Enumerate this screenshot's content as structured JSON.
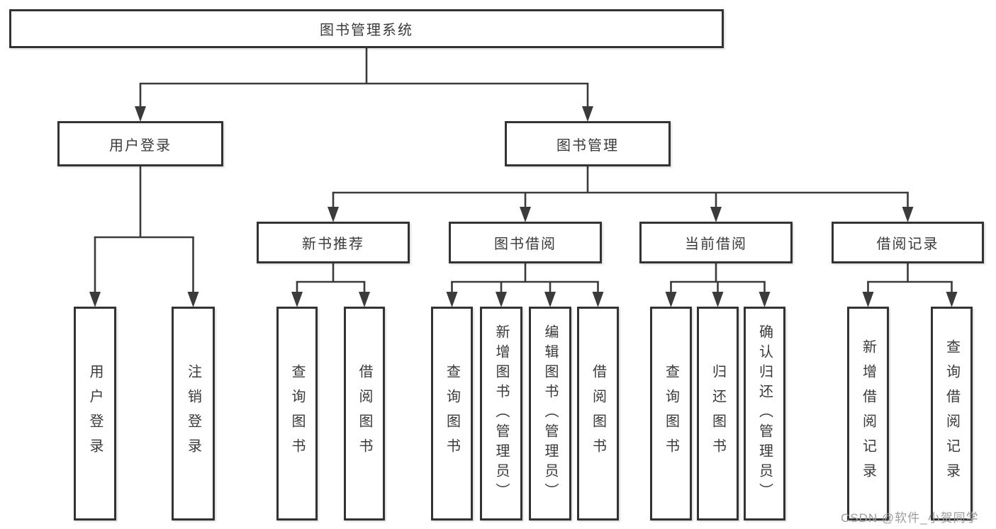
{
  "nodes": {
    "root": "图书管理系统",
    "user_login": "用户登录",
    "book_mgmt": "图书管理",
    "new_book_rec": "新书推荐",
    "book_borrow": "图书借阅",
    "current_borrow": "当前借阅",
    "borrow_records": "借阅记录",
    "leaf_user_login": "用户登录",
    "leaf_logout": "注销登录",
    "leaf_rec_search": "查询图书",
    "leaf_rec_borrow": "借阅图书",
    "leaf_bb_search": "查询图书",
    "leaf_bb_add": "新增图书（管理员）",
    "leaf_bb_edit": "编辑图书（管理员）",
    "leaf_bb_borrow": "借阅图书",
    "leaf_cb_search": "查询图书",
    "leaf_cb_return": "归还图书",
    "leaf_cb_confirm": "确认归还（管理员）",
    "leaf_br_add": "新增借阅记录",
    "leaf_br_search": "查询借阅记录"
  },
  "colors": {
    "line": "#3b3b3b",
    "border": "#333333",
    "text": "#3a3a3a",
    "watermark": "#9c9c9c"
  },
  "watermark": "CSDN @软件_小贺同学"
}
